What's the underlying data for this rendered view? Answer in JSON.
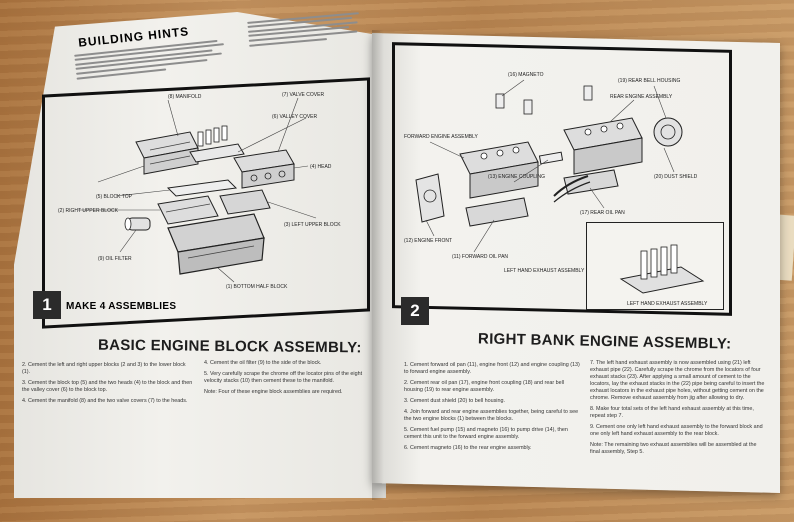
{
  "left_page": {
    "hints_title": "BUILDING HINTS",
    "step_number": "1",
    "step_caption": "MAKE 4 ASSEMBLIES",
    "heading": "BASIC ENGINE BLOCK ASSEMBLY:",
    "instructions_col1": [
      "2. Cement the left and right upper blocks (2 and 3) to the lower block (1).",
      "3. Cement the block top (5) and the two heads (4) to the block and then the valley cover (6) to the block top.",
      "4. Cement the manifold (8) and the two valve covers (7) to the heads."
    ],
    "instructions_col2": [
      "4. Cement the oil filter (9) to the side of the block.",
      "5. Very carefully scrape the chrome off the locator pins of the eight velocity stacks (10) then cement these to the manifold.",
      "Note: Four of these engine block assemblies are required."
    ],
    "diagram_labels": [
      "(8) MANIFOLD",
      "(7) VALVE COVER",
      "(6) VALLEY COVER",
      "(4) HEAD",
      "(5) BLOCK TOP",
      "(2) RIGHT UPPER BLOCK",
      "(3) LEFT UPPER BLOCK",
      "(9) OIL FILTER",
      "(1) BOTTOM HALF BLOCK"
    ]
  },
  "right_page": {
    "step_number": "2",
    "heading": "RIGHT BANK ENGINE ASSEMBLY:",
    "instructions_col1": [
      "1. Cement forward oil pan (11), engine front (12) and engine coupling (13) to forward engine assembly.",
      "2. Cement rear oil pan (17), engine front coupling (18) and rear bell housing (19) to rear engine assembly.",
      "3. Cement dust shield (20) to bell housing.",
      "4. Join forward and rear engine assemblies together, being careful to see the two engine blocks (1) between the blocks.",
      "5. Cement fuel pump (15) and magneto (16) to pump drive (14), then cement this unit to the forward engine assembly.",
      "6. Cement magneto (16) to the rear engine assembly."
    ],
    "instructions_col2": [
      "7. The left hand exhaust assembly is now assembled using (21) left exhaust pipe (22). Carefully scrape the chrome from the locators of four exhaust stacks (23). After applying a small amount of cement to the locators, lay the exhaust stacks in the (22) pipe being careful to insert the exhaust locators in the exhaust pipe holes, without getting cement on the chrome. Remove exhaust assembly from jig after allowing to dry.",
      "8. Make four total sets of the left hand exhaust assembly at this time, repeat step 7.",
      "9. Cement one only left hand exhaust assembly to the forward block and one only left hand exhaust assembly to the rear block.",
      "Note: The remaining two exhaust assemblies will be assembled at the final assembly, Step 5."
    ],
    "diagram_labels": [
      "FORWARD ENGINE ASSEMBLY",
      "REAR ENGINE ASSEMBLY",
      "(13) ENGINE COUPLING",
      "(11) FORWARD OIL PAN",
      "(12) ENGINE FRONT",
      "(17) REAR OIL PAN",
      "(20) DUST SHIELD",
      "(19) REAR BELL HOUSING",
      "LEFT HAND EXHAUST ASSEMBLY",
      "(16) MAGNETO"
    ],
    "inset_caption": "LEFT HAND EXHAUST ASSEMBLY"
  },
  "colors": {
    "table_wood": "#b9874f",
    "paper": "#efeeea",
    "ink": "#111111",
    "box_accent": "#a84d2c"
  }
}
